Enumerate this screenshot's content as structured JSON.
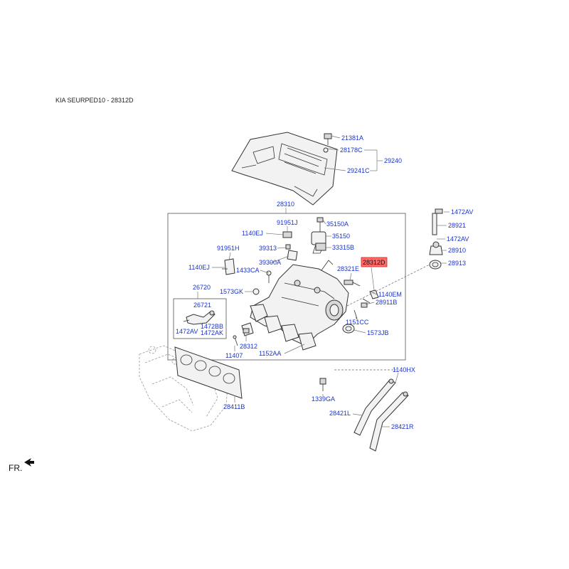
{
  "title": "KIA SEURPED10 - 28312D",
  "front_marker": "FR.",
  "highlight_color": "#ff6b6b",
  "label_color": "#1a33cc",
  "labels": {
    "l21381A": "21381A",
    "l28178C": "28178C",
    "l29240": "29240",
    "l29241C": "29241C",
    "l28310": "28310",
    "l91951J": "91951J",
    "l35150A": "35150A",
    "l1140EJ": "1140EJ",
    "l35150": "35150",
    "l91951H": "91951H",
    "l39313": "39313",
    "l33315B": "33315B",
    "l39300A": "39300A",
    "l1140EJ_2": "1140EJ",
    "l1433CA": "1433CA",
    "l28312D": "28312D",
    "l28321E": "28321E",
    "l26720": "26720",
    "l1573GK": "1573GK",
    "l26721": "26721",
    "l1140EM": "1140EM",
    "l28911B": "28911B",
    "l1472BB": "1472BB",
    "l1472AV": "1472AV",
    "l1472AK": "1472AK",
    "l1151CC": "1151CC",
    "l28312": "28312",
    "l1573JB": "1573JB",
    "l11407": "11407",
    "l1152AA": "1152AA",
    "l1472AV_top": "1472AV",
    "l28921": "28921",
    "l1472AV_mid": "1472AV",
    "l28910": "28910",
    "l28913": "28913",
    "l1140HX": "1140HX",
    "l1339GA": "1339GA",
    "l28411B": "28411B",
    "l28421L": "28421L",
    "l28421R": "28421R"
  }
}
